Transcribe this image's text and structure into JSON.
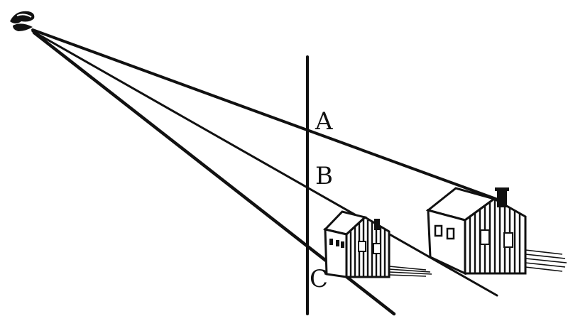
{
  "labels": {
    "a": "A",
    "b": "B",
    "c": "C"
  },
  "icons": {
    "eye": "eye-icon",
    "near_house": "house-icon",
    "far_house": "house-icon"
  },
  "colors": {
    "ink": "#111111",
    "paper": "#ffffff"
  }
}
